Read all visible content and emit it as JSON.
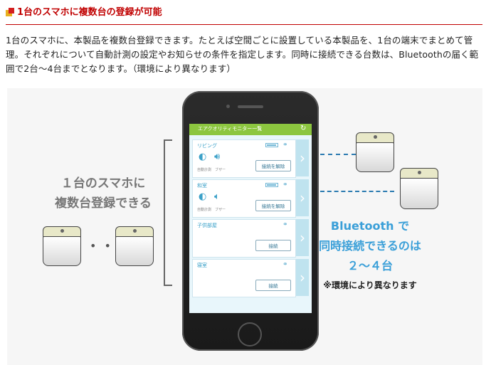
{
  "header": {
    "title": "1台のスマホに複数台の登録が可能"
  },
  "description": "1台のスマホに、本製品を複数台登録できます。たとえば空間ごとに設置している本製品を、1台の端末でまとめて管理。それぞれについて自動計測の設定やお知らせの条件を指定します。同時に接続できる台数は、Bluetoothの届く範囲で2台〜4台までとなります。（環境により異なります）",
  "illustration": {
    "left_text_line1": "１台のスマホに",
    "left_text_line2": "複数台登録できる",
    "dots": "• • •",
    "right_text_line1": "Bluetooth で",
    "right_text_line2": "同時接続できるのは",
    "right_text_line3": "２～４台",
    "right_note": "※環境により異なります"
  },
  "app": {
    "title": "エアクオリティモニター一覧",
    "refresh_icon": "refresh-icon",
    "devices": [
      {
        "name": "リビング",
        "sub": "自動計測　ブザー",
        "button": "接続を解除"
      },
      {
        "name": "和室",
        "sub": "自動計測　ブザー",
        "button": "接続を解除"
      },
      {
        "name": "子供部屋",
        "sub": "",
        "button": "接続"
      },
      {
        "name": "寝室",
        "sub": "",
        "button": "接続"
      }
    ]
  }
}
